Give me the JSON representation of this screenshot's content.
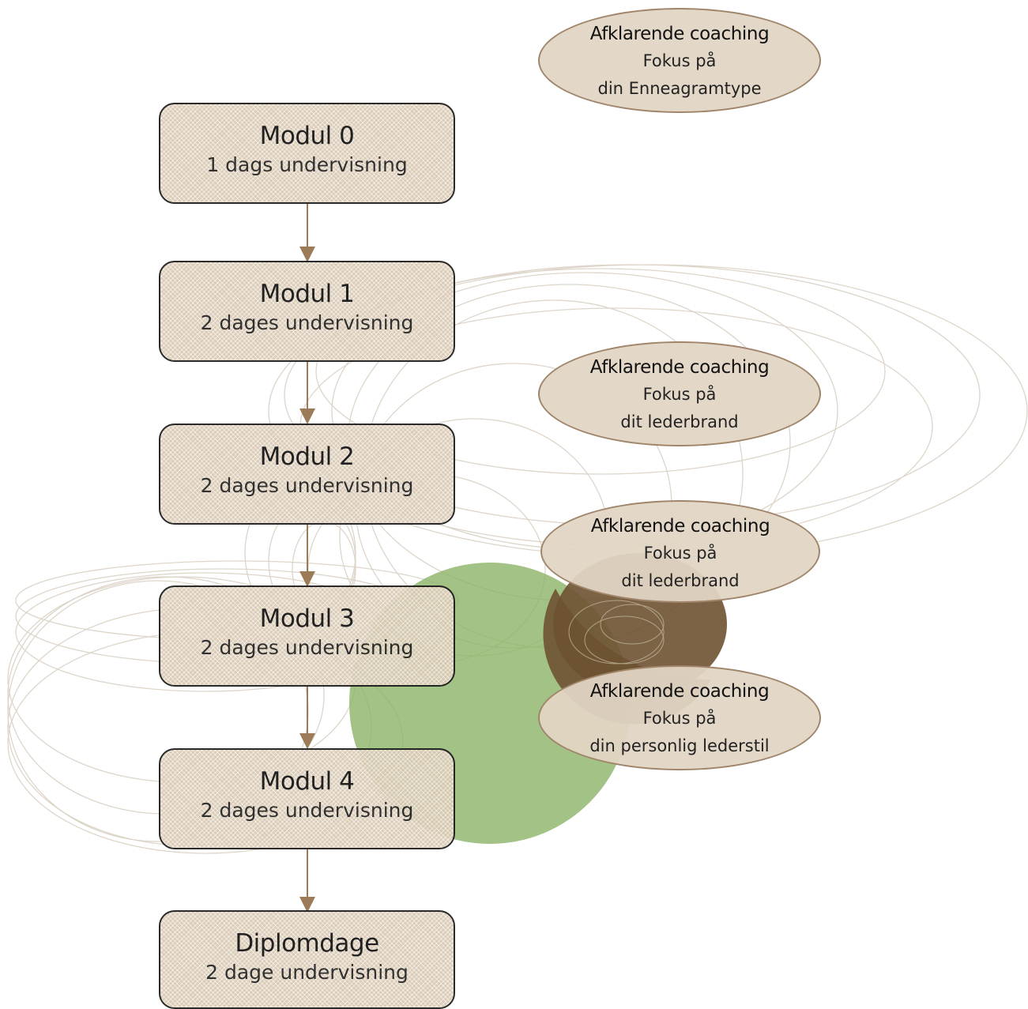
{
  "modules": [
    {
      "title": "Modul 0",
      "subtitle": "1 dags undervisning"
    },
    {
      "title": "Modul 1",
      "subtitle": "2 dages undervisning"
    },
    {
      "title": "Modul 2",
      "subtitle": "2 dages undervisning"
    },
    {
      "title": "Modul 3",
      "subtitle": "2 dages undervisning"
    },
    {
      "title": "Modul 4",
      "subtitle": "2 dages undervisning"
    },
    {
      "title": "Diplomdage",
      "subtitle": "2 dage undervisning"
    }
  ],
  "coaching": [
    {
      "title": "Afklarende coaching",
      "line1": "Fokus på",
      "line2": "din Enneagramtype"
    },
    {
      "title": "Afklarende coaching",
      "line1": "Fokus på",
      "line2": "dit lederbrand"
    },
    {
      "title": "Afklarende coaching",
      "line1": "Fokus på",
      "line2": "dit lederbrand"
    },
    {
      "title": "Afklarende coaching",
      "line1": "Fokus på",
      "line2": "din personlig lederstil"
    }
  ],
  "colors": {
    "box_fill": "#d9c9b3",
    "box_border": "#1a1a1a",
    "oval_fill": "#e1d4c4",
    "oval_border": "#a0856a",
    "arrow": "#9c7b58",
    "swirl": "#d8cec0",
    "green_circle": "#8cb366",
    "brown_circle": "#6e5232"
  }
}
